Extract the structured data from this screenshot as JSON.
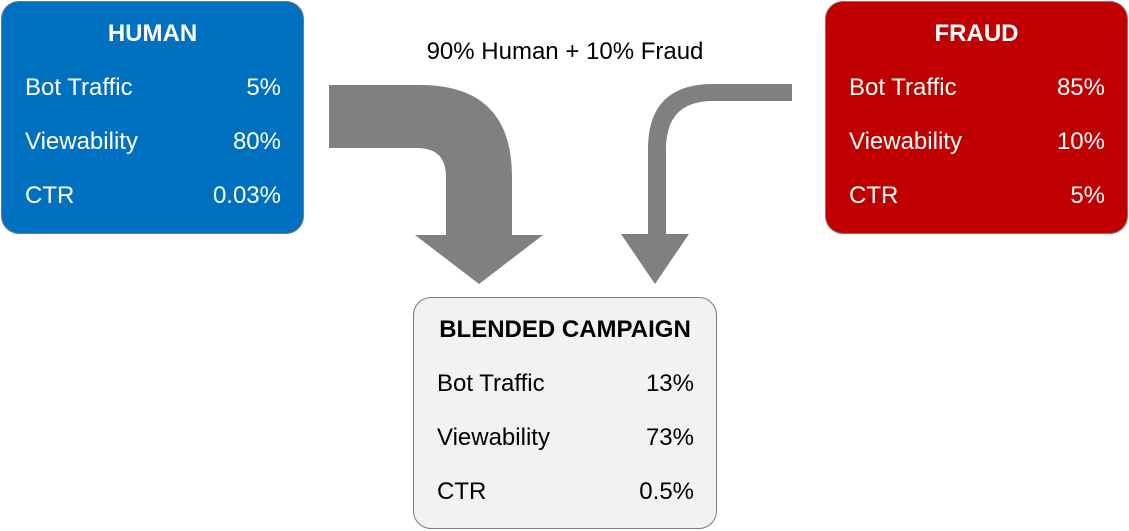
{
  "blend_label": "90% Human + 10% Fraud",
  "human": {
    "title": "HUMAN",
    "rows": [
      {
        "label": "Bot Traffic",
        "value": "5%"
      },
      {
        "label": "Viewability",
        "value": "80%"
      },
      {
        "label": "CTR",
        "value": "0.03%"
      }
    ]
  },
  "fraud": {
    "title": "FRAUD",
    "rows": [
      {
        "label": "Bot Traffic",
        "value": "85%"
      },
      {
        "label": "Viewability",
        "value": "10%"
      },
      {
        "label": "CTR",
        "value": "5%"
      }
    ]
  },
  "blended": {
    "title": "BLENDED CAMPAIGN",
    "rows": [
      {
        "label": "Bot Traffic",
        "value": "13%"
      },
      {
        "label": "Viewability",
        "value": "73%"
      },
      {
        "label": "CTR",
        "value": "0.5%"
      }
    ]
  },
  "colors": {
    "human": "#0070c0",
    "fraud": "#c00000",
    "blended": "#f2f2f2",
    "arrow": "#7f7f7f"
  }
}
